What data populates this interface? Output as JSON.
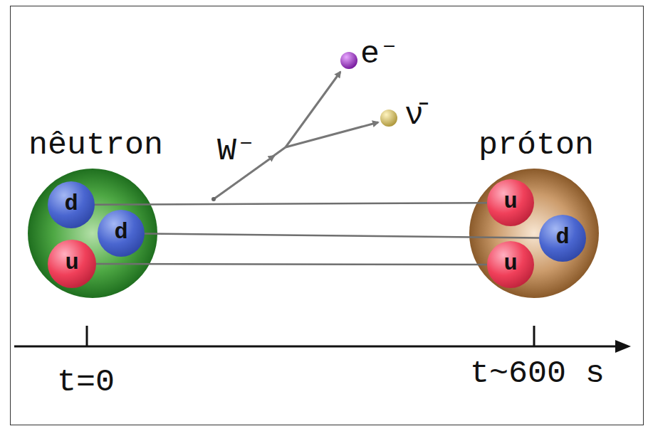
{
  "diagram": {
    "nodes": [
      {
        "text": [
          "nêutron"
        ]
      },
      {
        "text": [
          "d"
        ],
        "in": 0
      },
      {
        "text": [
          "d"
        ],
        "in": 0
      },
      {
        "text": [
          "u"
        ],
        "in": 0
      },
      {
        "text": [
          "próton"
        ]
      },
      {
        "text": [
          "u"
        ],
        "in": 4
      },
      {
        "text": [
          "d"
        ],
        "in": 4
      },
      {
        "text": [
          "u"
        ],
        "in": 4
      }
    ],
    "edges": [
      {
        "from": 1,
        "to": 5,
        "arrow": "none"
      },
      {
        "from": 2,
        "to": 6,
        "arrow": "none"
      },
      {
        "from": 3,
        "to": 7,
        "arrow": "none"
      }
    ],
    "labels": [
      "W⁻",
      "e⁻",
      "ν̄",
      "t=0",
      "t~600 s"
    ]
  }
}
